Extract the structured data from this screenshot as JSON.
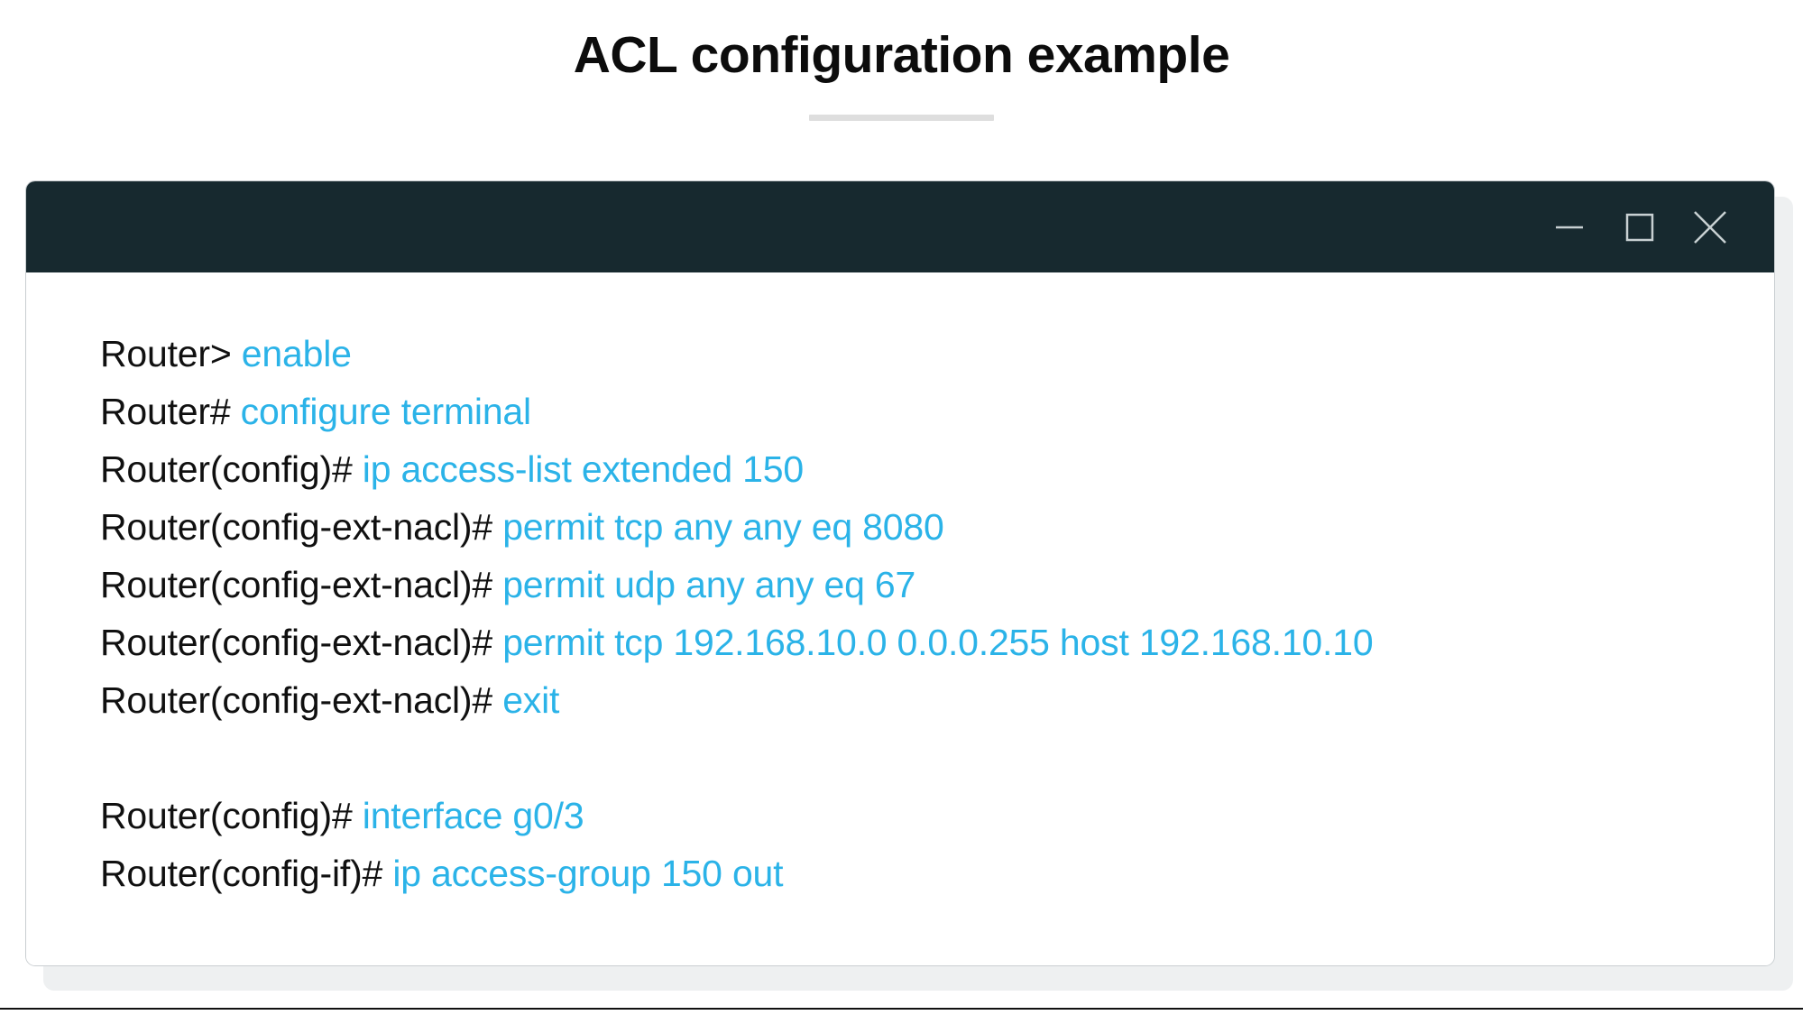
{
  "page": {
    "title": "ACL configuration example",
    "accent_color": "#2BB3E8",
    "titlebar_color": "#17292F",
    "divider_color": "#DEDEDE"
  },
  "window": {
    "controls": [
      {
        "name": "minimize-button",
        "icon": "minimize-icon",
        "label": "—"
      },
      {
        "name": "maximize-button",
        "icon": "maximize-icon",
        "label": "☐"
      },
      {
        "name": "close-button",
        "icon": "close-icon",
        "label": "✕"
      }
    ]
  },
  "terminal": {
    "lines": [
      {
        "prompt": "Router> ",
        "command": "enable"
      },
      {
        "prompt": "Router# ",
        "command": "configure terminal"
      },
      {
        "prompt": "Router(config)# ",
        "command": "ip access-list extended 150"
      },
      {
        "prompt": "Router(config-ext-nacl)# ",
        "command": "permit tcp any any eq 8080"
      },
      {
        "prompt": "Router(config-ext-nacl)# ",
        "command": "permit udp any any eq 67"
      },
      {
        "prompt": "Router(config-ext-nacl)# ",
        "command": "permit tcp 192.168.10.0 0.0.0.255 host 192.168.10.10"
      },
      {
        "prompt": "Router(config-ext-nacl)# ",
        "command": "exit"
      },
      {
        "prompt": "",
        "command": ""
      },
      {
        "prompt": "Router(config)# ",
        "command": "interface g0/3"
      },
      {
        "prompt": "Router(config-if)# ",
        "command": "ip access-group 150 out"
      }
    ]
  }
}
